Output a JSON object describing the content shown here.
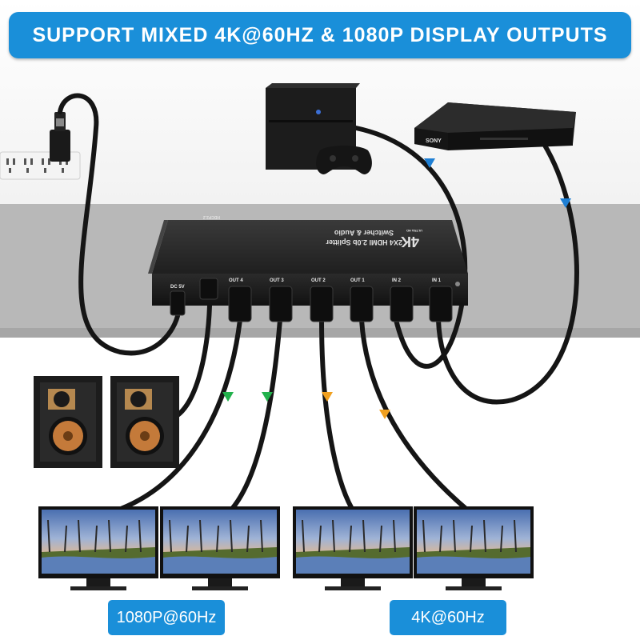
{
  "banner": {
    "text": "SUPPORT MIXED 4K@60HZ & 1080P DISPLAY OUTPUTS"
  },
  "device": {
    "brand_mark": "4K",
    "brand_sub": "ULTRA HD",
    "model_line1": "2X4 HDMI 2.0b Splitter",
    "model_line2": "Switcher & Audio",
    "hdcp": "HDCP2.2",
    "ports": [
      "DC 5V",
      "OUT 4",
      "OUT 3",
      "OUT 2",
      "OUT 1",
      "IN 2",
      "IN 1"
    ]
  },
  "dvd_player": {
    "brand": "SONY"
  },
  "labels": {
    "left": "1080P@60Hz",
    "right": "4K@60Hz"
  },
  "colors": {
    "banner": "#1a8fd9",
    "arrow_blue": "#1e7fd4",
    "arrow_green": "#22b14c",
    "arrow_orange": "#f0a020"
  }
}
